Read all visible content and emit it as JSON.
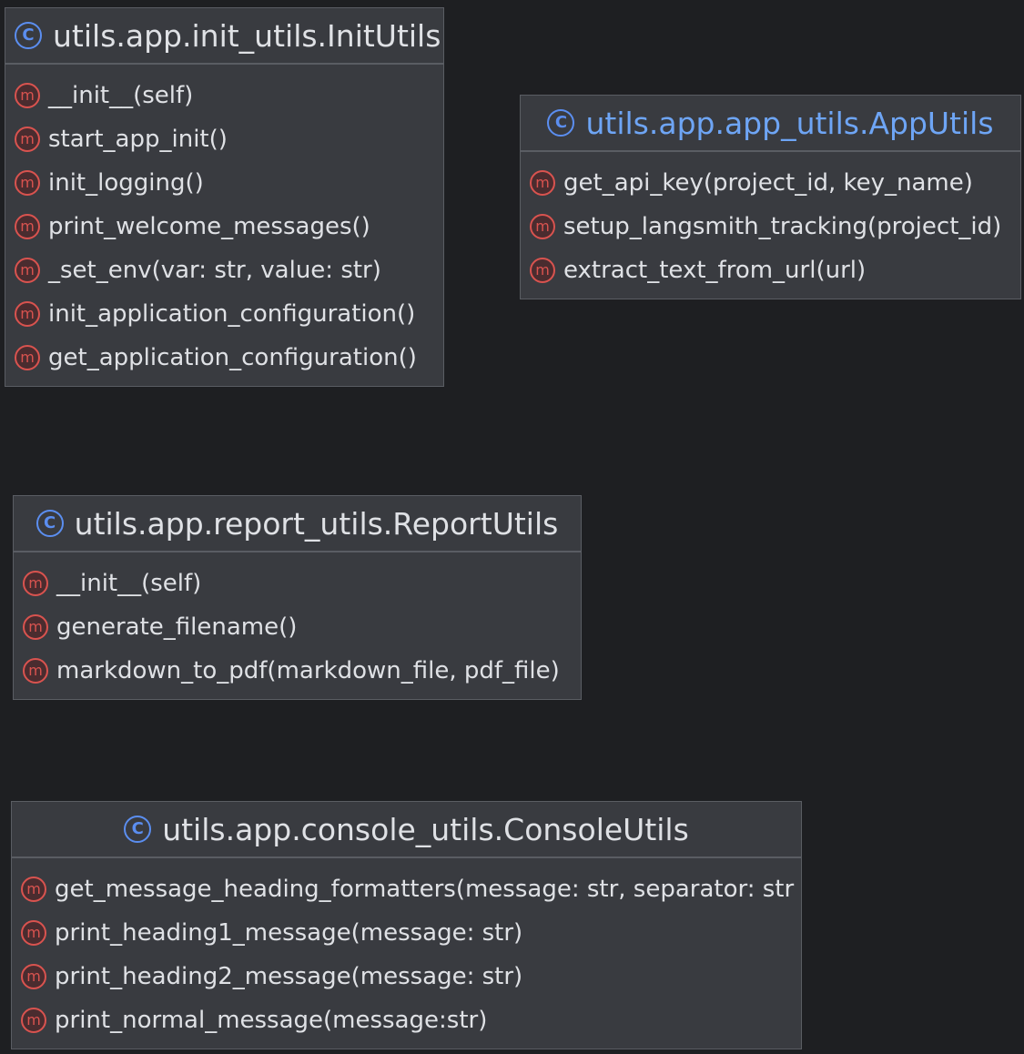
{
  "icons": {
    "class_glyph": "C",
    "method_glyph": "m"
  },
  "classes": [
    {
      "name": "utils.app.init_utils.InitUtils",
      "methods": [
        "__init__(self)",
        "start_app_init()",
        "init_logging()",
        "print_welcome_messages()",
        "_set_env(var: str, value: str)",
        "init_application_configuration()",
        "get_application_configuration()"
      ]
    },
    {
      "name": "utils.app.app_utils.AppUtils",
      "methods": [
        "get_api_key(project_id, key_name)",
        "setup_langsmith_tracking(project_id)",
        "extract_text_from_url(url)"
      ]
    },
    {
      "name": "utils.app.report_utils.ReportUtils",
      "methods": [
        "__init__(self)",
        "generate_filename()",
        "markdown_to_pdf(markdown_file, pdf_file)"
      ]
    },
    {
      "name": "utils.app.console_utils.ConsoleUtils",
      "methods": [
        "get_message_heading_formatters(message: str, separator: str",
        "print_heading1_message(message: str)",
        "print_heading2_message(message: str)",
        "print_normal_message(message:str)"
      ]
    }
  ],
  "colors": {
    "background": "#1e1f22",
    "box": "#393b40",
    "border": "#5a5d63",
    "class_icon": "#5b8ef0",
    "method_icon": "#d9534f",
    "highlight_title": "#6ea5f5"
  }
}
